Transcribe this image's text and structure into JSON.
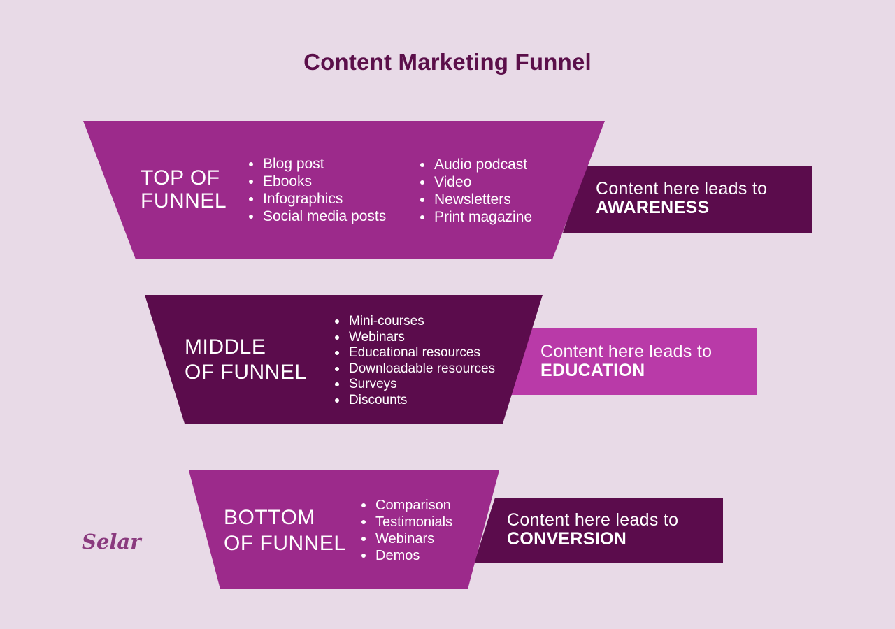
{
  "title": "Content Marketing Funnel",
  "colors": {
    "background": "#e8dae7",
    "title": "#5b0f4a",
    "magenta": "#9c2a8b",
    "dark_plum": "#5b0c4c",
    "pink": "#b93aa8"
  },
  "stages": [
    {
      "label": "TOP OF\nFUNNEL",
      "items_col1": [
        "Blog post",
        "Ebooks",
        "Infographics",
        "Social media posts"
      ],
      "items_col2": [
        "Audio podcast",
        "Video",
        "Newsletters",
        "Print magazine"
      ],
      "outcome_prefix": "Content here leads to",
      "outcome_word": "AWARENESS"
    },
    {
      "label": "MIDDLE\nOF FUNNEL",
      "items_col1": [
        "Mini-courses",
        "Webinars",
        "Educational resources",
        "Downloadable resources",
        "Surveys",
        "Discounts"
      ],
      "outcome_prefix": "Content here leads to",
      "outcome_word": "EDUCATION"
    },
    {
      "label": "BOTTOM\nOF FUNNEL",
      "items_col1": [
        "Comparison",
        "Testimonials",
        "Webinars",
        "Demos"
      ],
      "outcome_prefix": "Content here leads  to",
      "outcome_word": "CONVERSION"
    }
  ],
  "logo": "Selar"
}
